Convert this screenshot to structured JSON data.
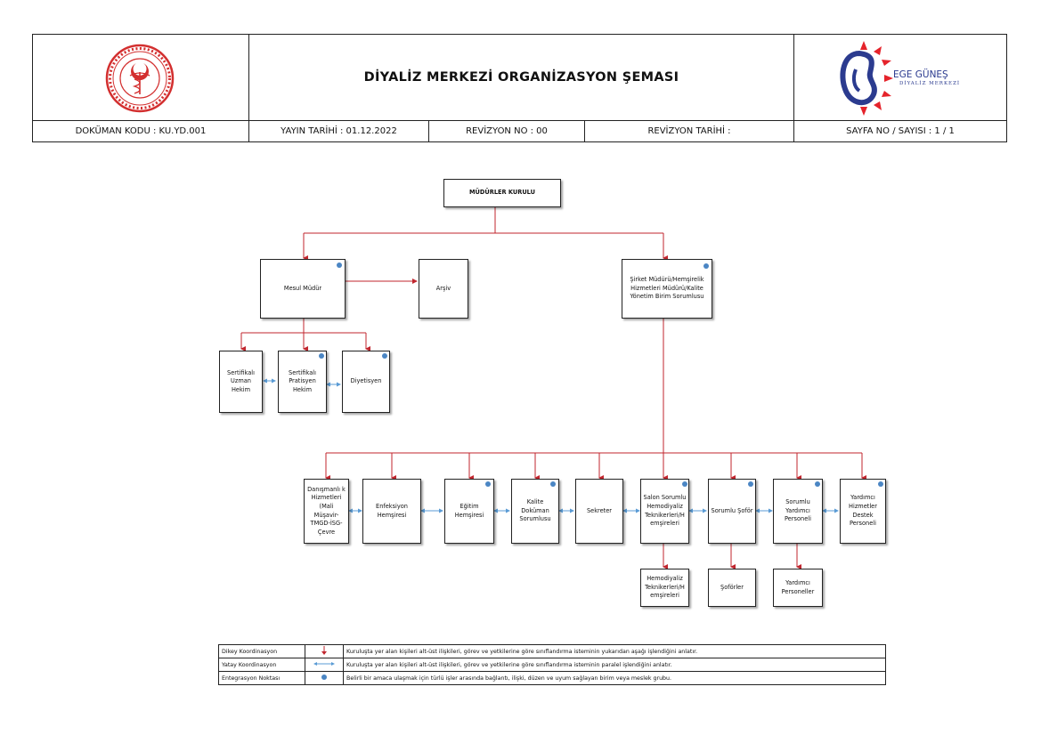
{
  "header": {
    "title": "DİYALİZ MERKEZİ ORGANİZASYON ŞEMASI",
    "doc_code": "DOKÜMAN KODU : KU.YD.001",
    "publish_date": "YAYIN TARİHİ : 01.12.2022",
    "revision_no": "REVİZYON NO : 00",
    "revision_date": "REVİZYON TARİHİ :",
    "page_no": "SAYFA NO / SAYISI : 1 / 1",
    "brand_name": "EGE GÜNEŞ",
    "brand_sub": "DİYALİZ MERKEZİ",
    "left_logo_icon": "ministry-of-health-seal-icon",
    "right_logo_icon": "ege-gunes-kidney-sun-logo-icon"
  },
  "colors": {
    "vertical_line": "#c0262e",
    "horizontal_line": "#5a9bd5",
    "integration_dot": "#4b86c4",
    "brand_blue": "#2b3b8f",
    "brand_red": "#e5232b"
  },
  "nodes": {
    "board": "MÜDÜRLER KURULU",
    "mesul": "Mesul Müdür",
    "arsiv": "Arşiv",
    "sirket": "Şirket Müdürü/Hemşirelik Hizmetleri Müdürü/Kalite Yönetim Birim Sorumlusu",
    "uzman": "Sertifikalı Uzman Hekim",
    "pratisyen": "Sertifikalı Pratisyen Hekim",
    "diyetisyen": "Diyetisyen",
    "danisman": "Danışmanlı k Hizmetleri (Mali Müşavir-TMGD-İSG-Çevre",
    "enfeksiyon": "Enfeksiyon Hemşiresi",
    "egitim": "Eğitim Hemşiresi",
    "kalite": "Kalite Doküman Sorumlusu",
    "sekreter": "Sekreter",
    "salon": "Salon Sorumlu Hemodiyaliz Teknikerleri/H emşireleri",
    "sofor": "Sorumlu Şoför",
    "yardimci": "Sorumlu Yardımcı Personeli",
    "destek": "Yardımcı Hizmetler Destek Personeli",
    "hemo": "Hemodiyaliz Teknikerleri/H emşireleri",
    "soforler": "Şoförler",
    "yardimci_pers": "Yardımcı Personeller"
  },
  "legend": [
    {
      "label": "Dikey Koordinasyon",
      "symbol": "red-down-arrow-icon",
      "description": "Kuruluşta yer alan kişileri alt-üst ilişkileri, görev ve yetkilerine göre sınıflandırma isteminin yukarıdan aşağı işlendiğini anlatır."
    },
    {
      "label": "Yatay Koordinasyon",
      "symbol": "blue-double-arrow-icon",
      "description": "Kuruluşta yer alan kişileri alt-üst ilişkileri, görev ve yetkilerine göre sınıflandırma isteminin paralel işlendiğini anlatır."
    },
    {
      "label": "Entegrasyon Noktası",
      "symbol": "blue-dot-icon",
      "description": "Belirli bir amaca ulaşmak için türlü işler arasında bağlantı, ilişki, düzen ve uyum sağlayan birim veya meslek grubu."
    }
  ]
}
